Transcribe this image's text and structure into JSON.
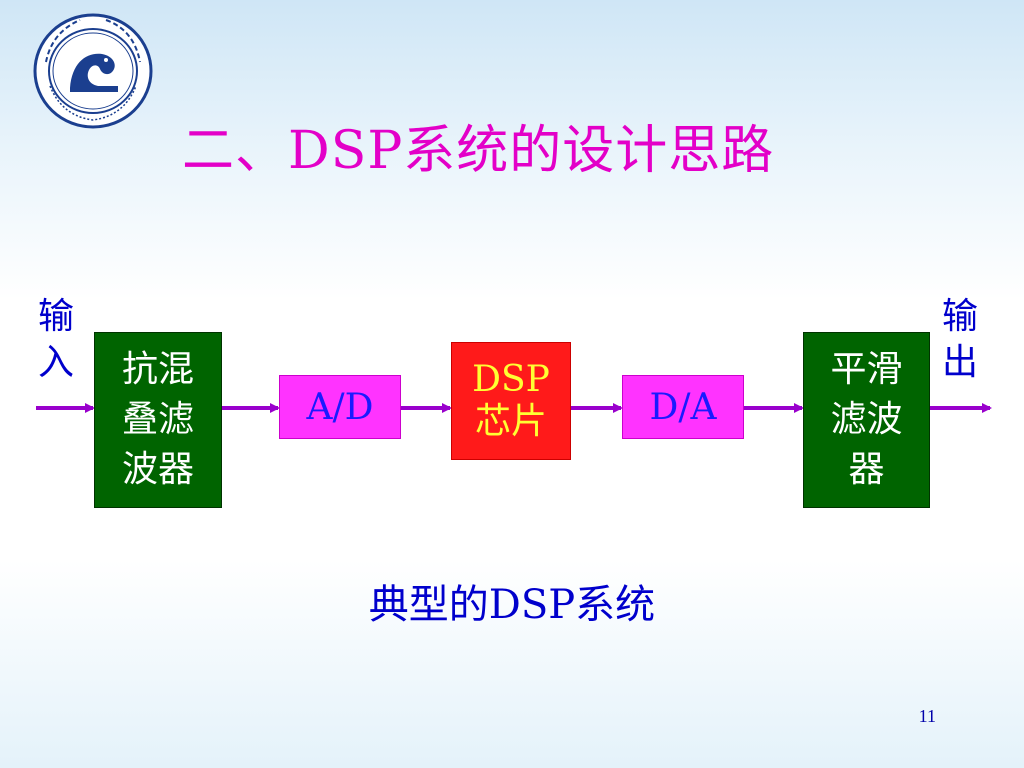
{
  "slide": {
    "title": "二、DSP系统的设计思路",
    "caption": "典型的DSP系统",
    "page_number": "11"
  },
  "logo": {
    "icon": "university-seal-dinosaur-icon"
  },
  "diagram": {
    "input_label": "输\n入",
    "output_label": "输\n出",
    "blocks": {
      "anti_alias": "抗混\n叠滤\n波器",
      "ad": "A/D",
      "dsp": "DSP\n芯片",
      "da": "D/A",
      "smoothing": "平滑\n滤波\n器"
    }
  },
  "colors": {
    "title": "#e300c8",
    "label_blue": "#0000cc",
    "filter_green": "#006400",
    "converter_pink": "#ff33ff",
    "dsp_red": "#ff1a1a",
    "dsp_text_yellow": "#ffff33",
    "arrow_purple": "#9900cc"
  }
}
